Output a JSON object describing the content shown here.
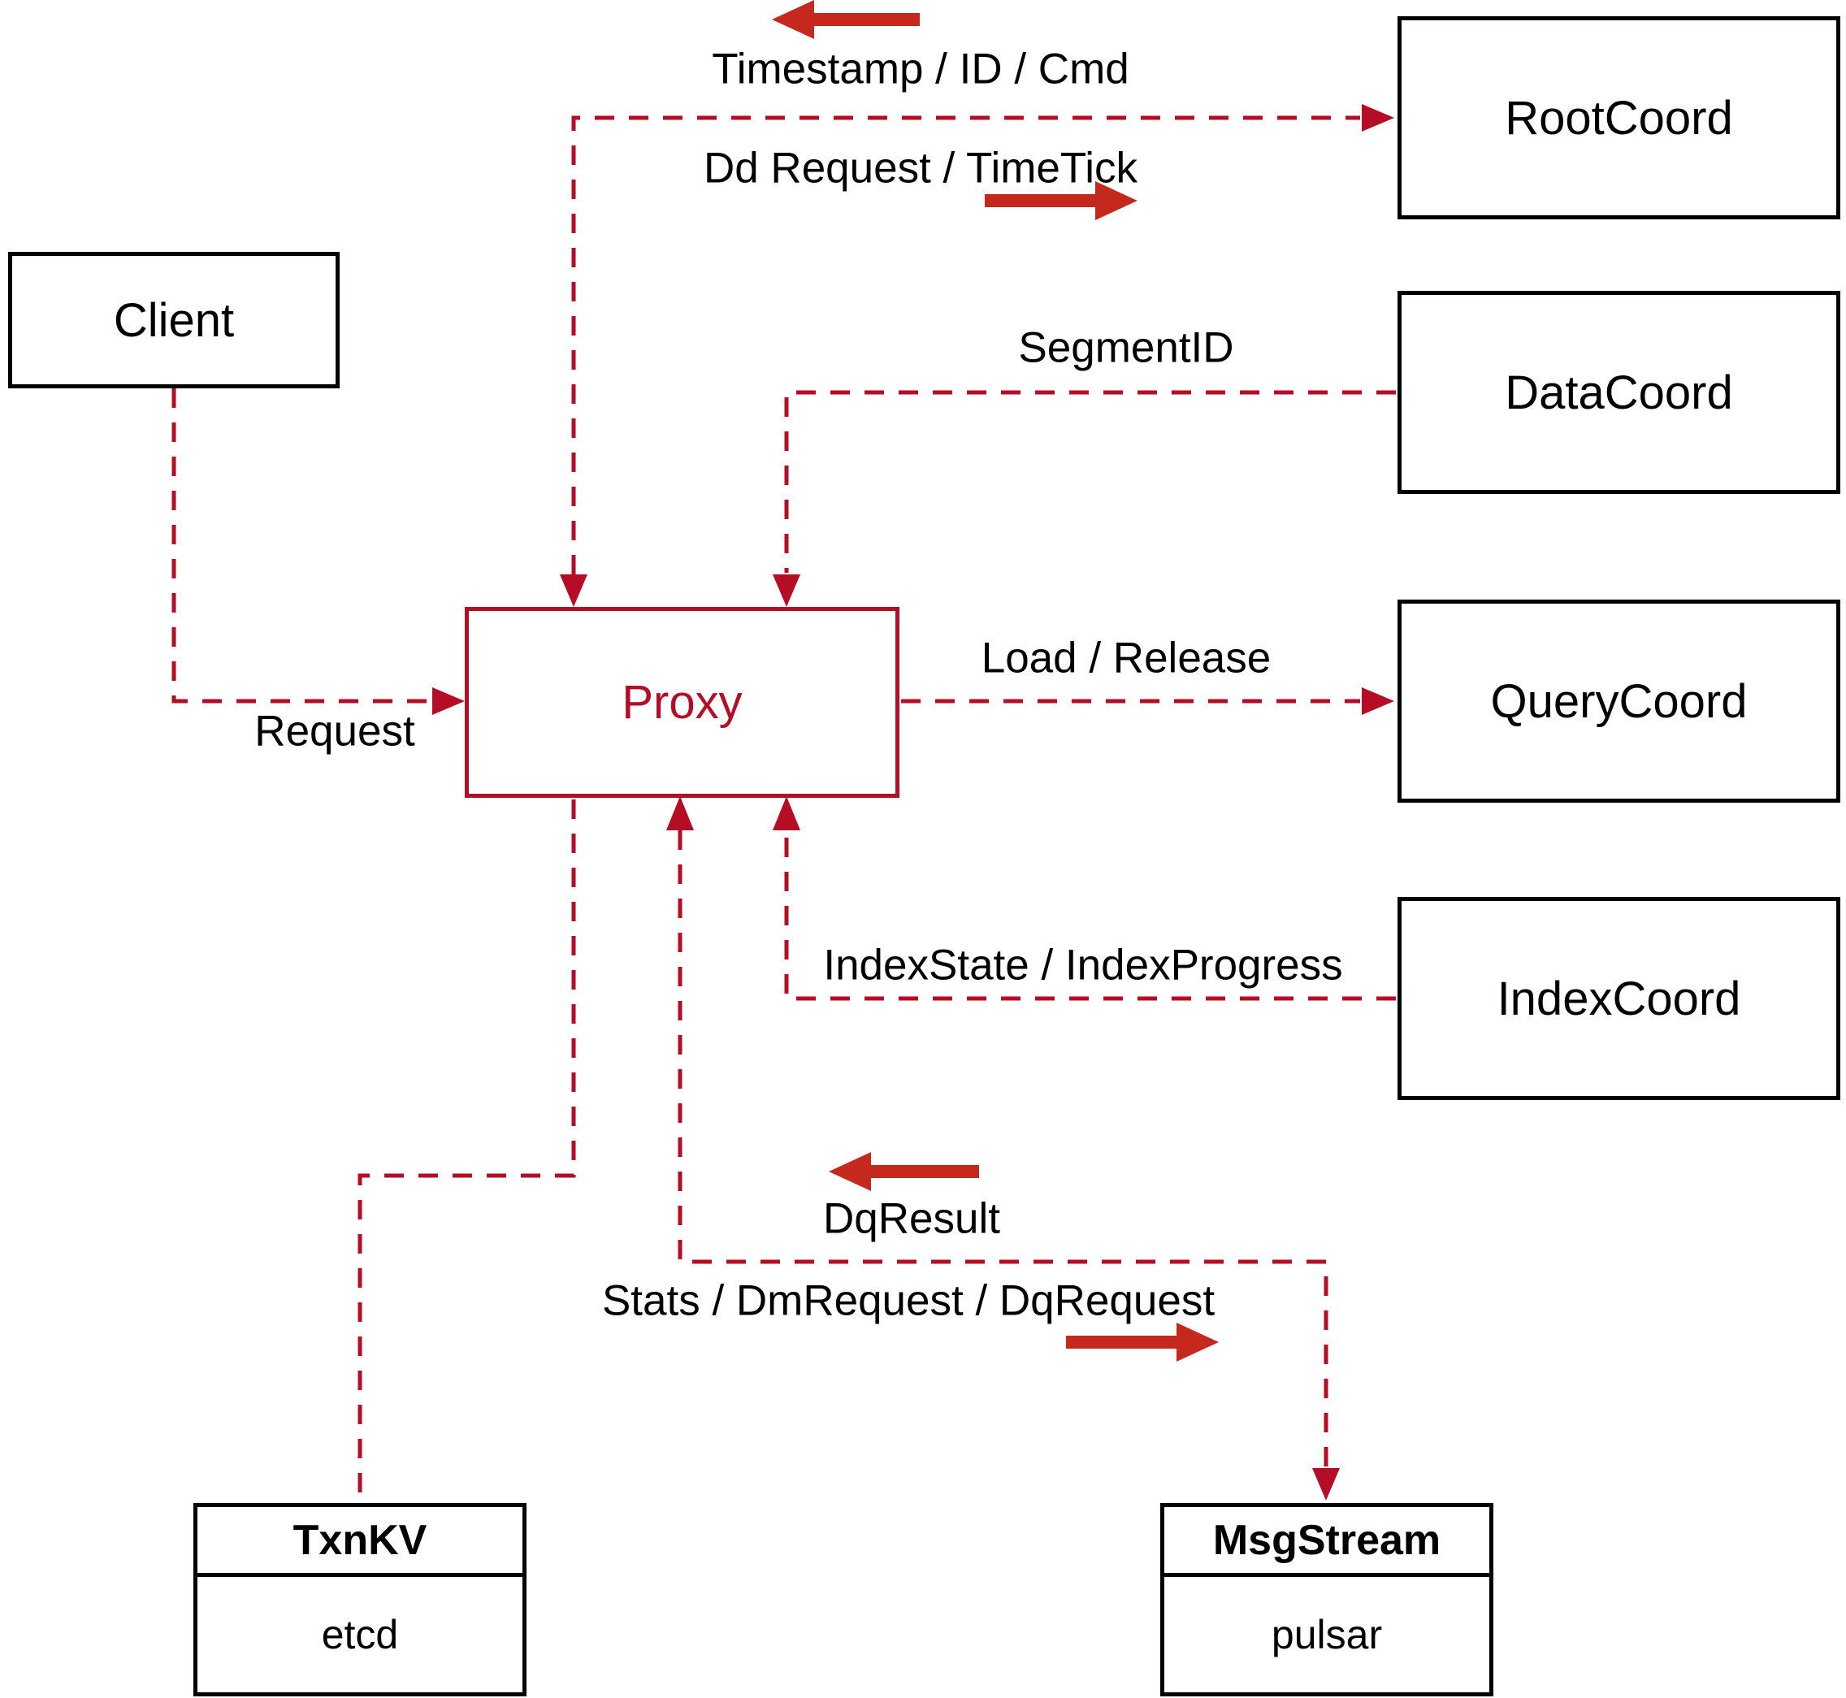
{
  "diagram": {
    "kind": "architecture-flow-diagram",
    "colors": {
      "dashed_line": "#b50d25",
      "thick_arrow": "#c5281c",
      "box_border": "#000000",
      "background": "#ffffff"
    },
    "nodes": {
      "client": {
        "label": "Client"
      },
      "proxy": {
        "label": "Proxy"
      },
      "root_coord": {
        "label": "RootCoord"
      },
      "data_coord": {
        "label": "DataCoord"
      },
      "query_coord": {
        "label": "QueryCoord"
      },
      "index_coord": {
        "label": "IndexCoord"
      },
      "txn_kv": {
        "title": "TxnKV",
        "implementation": "etcd"
      },
      "msg_stream": {
        "title": "MsgStream",
        "implementation": "pulsar"
      }
    },
    "edge_labels": {
      "timestamp_id_cmd": "Timestamp / ID / Cmd",
      "dd_request_timetick": "Dd Request / TimeTick",
      "segment_id": "SegmentID",
      "request": "Request",
      "load_release": "Load / Release",
      "index_state": "IndexState / IndexProgress",
      "dq_result": "DqResult",
      "stats_dm_dq": "Stats / DmRequest / DqRequest"
    }
  }
}
